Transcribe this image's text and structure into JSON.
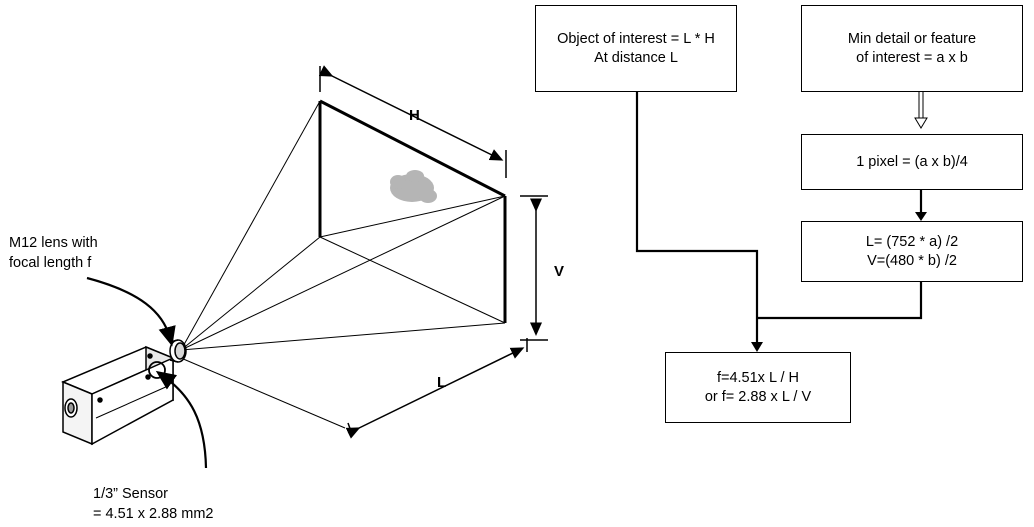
{
  "camera": {
    "lens_label_line1": "M12 lens with",
    "lens_label_line2": "focal length f",
    "sensor_label_line1": "1/3” Sensor",
    "sensor_label_line2": "= 4.51 x 2.88 mm2"
  },
  "dimensions": {
    "h": "H",
    "v": "V",
    "l": "L"
  },
  "flow": {
    "object_line1": "Object of interest = L * H",
    "object_line2": "At distance L",
    "detail_line1": "Min detail or feature",
    "detail_line2": "of interest = a x b",
    "pixel": "1 pixel = (a x b)/4",
    "lv_line1": "L= (752 * a) /2",
    "lv_line2": "V=(480 * b) /2",
    "f_line1": "f=4.51x L / H",
    "f_line2": "or f= 2.88 x L / V"
  }
}
